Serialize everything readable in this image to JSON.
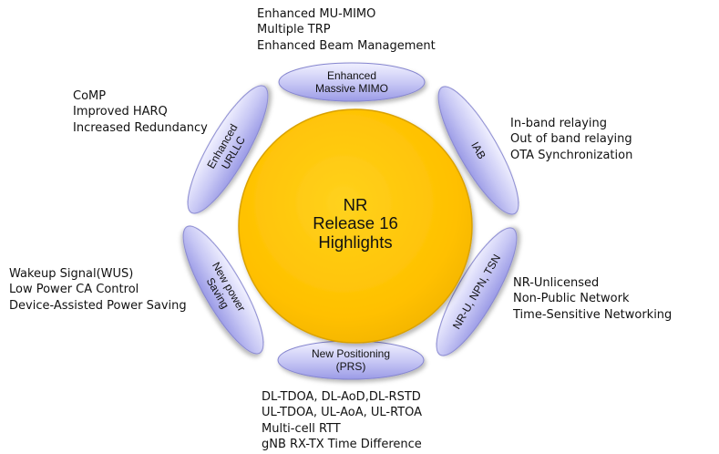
{
  "center": {
    "lines": [
      "NR",
      "Release 16",
      "Highlights"
    ]
  },
  "petals": [
    {
      "id": "mimo",
      "lines": [
        "Enhanced",
        "Massive MIMO"
      ],
      "notes": [
        "Enhanced MU-MIMO",
        "Multiple TRP",
        "Enhanced Beam Management"
      ]
    },
    {
      "id": "iab",
      "lines": [
        "IAB"
      ],
      "notes": [
        "In-band relaying",
        "Out of band relaying",
        "OTA Synchronization"
      ]
    },
    {
      "id": "nru",
      "lines": [
        "NR-U, NPN, TSN"
      ],
      "notes": [
        "NR-Unlicensed",
        "Non-Public Network",
        "Time-Sensitive Networking"
      ]
    },
    {
      "id": "positioning",
      "lines": [
        "New Positioning",
        "(PRS)"
      ],
      "notes": [
        "DL-TDOA, DL-AoD,DL-RSTD",
        "UL-TDOA, UL-AoA, UL-RTOA",
        "Multi-cell RTT",
        "gNB RX-TX Time Difference"
      ]
    },
    {
      "id": "power",
      "lines": [
        "New power",
        "Saving"
      ],
      "notes": [
        "Wakeup Signal(WUS)",
        "Low Power CA Control",
        "Device-Assisted Power Saving"
      ]
    },
    {
      "id": "urllc",
      "lines": [
        "Enhanced",
        "URLLC"
      ],
      "notes": [
        "CoMP",
        "Improved HARQ",
        "Increased Redundancy"
      ]
    }
  ],
  "colors": {
    "center_fill": "#ffc000",
    "center_edge": "#d9a100",
    "petal_light": "#f1f1ff",
    "petal_dark": "#9b9be6",
    "petal_edge": "#8585cf"
  }
}
